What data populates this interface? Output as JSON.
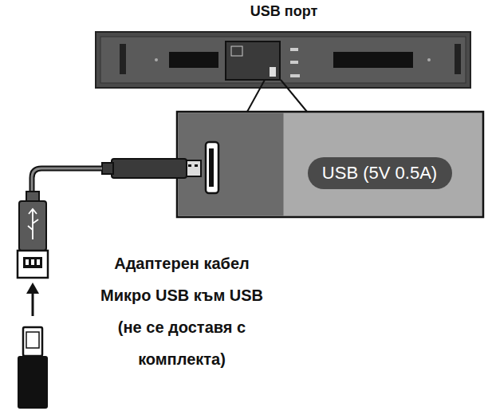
{
  "diagram": {
    "nodes": [
      {
        "text": [
          "USB (5V 0.5A)"
        ]
      }
    ],
    "labels": [
      "USB порт",
      "Адаптерен кабел Микро USB към USB (не се доставя с комплекта)"
    ]
  }
}
